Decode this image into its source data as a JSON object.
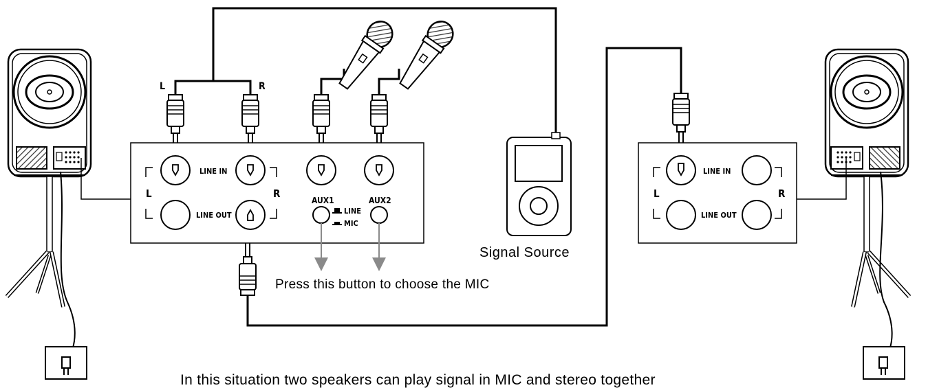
{
  "left_panel": {
    "line_in": "LINE IN",
    "line_out": "LINE OUT",
    "left": "L",
    "right": "R",
    "aux1": "AUX1",
    "aux2": "AUX2",
    "switch_line": "LINE",
    "switch_mic": "MIC"
  },
  "right_panel": {
    "line_in": "LINE IN",
    "line_out": "LINE OUT",
    "left": "L",
    "right": "R"
  },
  "cable_labels": {
    "left": "L",
    "right": "R"
  },
  "signal_source_label": "Signal Source",
  "button_note": "Press this button to choose the MIC",
  "caption": "In this situation two speakers can play signal in MIC and stereo together",
  "colors": {
    "line": "#000000",
    "arrow": "#8a8a8a",
    "hatch": "#555555"
  }
}
